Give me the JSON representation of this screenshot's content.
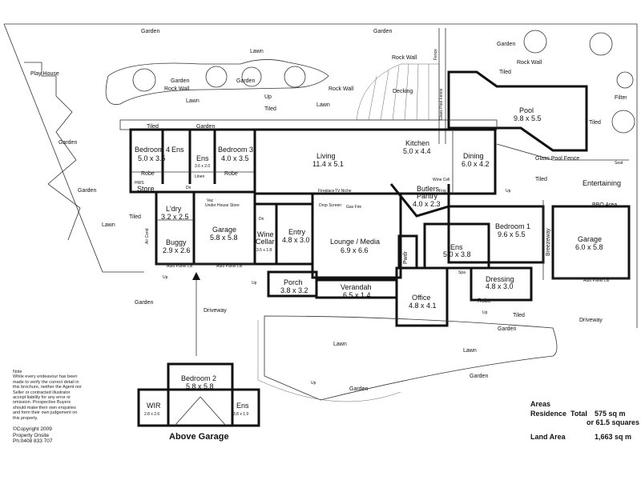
{
  "rooms": {
    "bedroom4": {
      "name": "Bedroom 4",
      "dims": "5.0 x 3.5"
    },
    "ens_a": {
      "name": "Ens"
    },
    "ens_b": {
      "name": "Ens",
      "dims": "3.6 x 2.0"
    },
    "bedroom3": {
      "name": "Bedroom 3",
      "dims": "4.0 x 3.5"
    },
    "living": {
      "name": "Living",
      "dims": "11.4 x 5.1"
    },
    "kitchen": {
      "name": "Kitchen",
      "dims": "5.0 x 4.4"
    },
    "dining": {
      "name": "Dining",
      "dims": "6.0 x 4.2"
    },
    "pool": {
      "name": "Pool",
      "dims": "9.8 x 5.5"
    },
    "ldry": {
      "name": "L'dry",
      "dims": "3.2 x 2.5"
    },
    "buggy": {
      "name": "Buggy",
      "dims": "2.9 x 2.6"
    },
    "garage_main": {
      "name": "Garage",
      "dims": "5.8 x 5.8"
    },
    "wine": {
      "name": "Wine",
      "name2": "Cellar",
      "dims": "3.5 x 1.8"
    },
    "entry": {
      "name": "Entry",
      "dims": "4.8 x 3.0"
    },
    "lounge": {
      "name": "Lounge / Media",
      "dims": "6.9 x 6.6"
    },
    "butlers": {
      "name": "Butlers",
      "name2": "Pantry",
      "dims": "4.0 x 2.3"
    },
    "bedroom1": {
      "name": "Bedroom 1",
      "dims": "9.6 x 5.5"
    },
    "ens_master": {
      "name": "Ens",
      "dims": "5.0 x 3.8"
    },
    "dressing": {
      "name": "Dressing",
      "dims": "4.8 x 3.0"
    },
    "garage_right": {
      "name": "Garage",
      "dims": "6.0 x 5.8"
    },
    "porch": {
      "name": "Porch",
      "dims": "3.8 x 3.2"
    },
    "verandah": {
      "name": "Verandah",
      "dims": "6.5 x 1.4"
    },
    "office": {
      "name": "Office",
      "dims": "4.8 x 4.1"
    },
    "store": {
      "name": "Store"
    },
    "pwdr": {
      "name": "Pwdr"
    },
    "bedroom2": {
      "name": "Bedroom 2",
      "dims": "5.8 x 5.8"
    },
    "wir": {
      "name": "WIR",
      "dims": "2.8 x 2.6"
    },
    "ens_upper": {
      "name": "Ens",
      "dims": "3.8 x 1.9"
    }
  },
  "labels": {
    "garden": "Garden",
    "lawn": "Lawn",
    "rock_wall": "Rock Wall",
    "play_house": "Play House",
    "decking": "Decking",
    "tiled": "Tiled",
    "up": "Up",
    "dn": "Dn",
    "glass_pool_fence": "Glass Pool Fence",
    "fence": "Fence",
    "filter": "Filter",
    "entertaining": "Entertaining",
    "bbq_area": "BBQ Area",
    "breezeway": "Breezeway",
    "driveway": "Driveway",
    "robe": "Robe",
    "fireplace": "Fireplace",
    "tv_niche": "TV Niche",
    "drop_screen": "Drop Screen",
    "gas_fire": "Gas Fire",
    "under_house_store": "Under House Store",
    "auto_panel_lift": "Auto Panel Lift",
    "air_cond": "Air Cond",
    "spa": "Spa",
    "frig": "Frig",
    "seat": "Seat",
    "wine_cell": "Wine Cell",
    "vac": "Vac",
    "linen": "Linen",
    "hws": "HWS",
    "above_garage": "Above Garage"
  },
  "note": {
    "heading": "Note",
    "body": "While every endeavour has been made to verify the correct detail in this brochure, neither the Agent nor Seller or contracted illustrator accept liability for any error or omission. Prospective Buyers should make their own enquiries and form their own judgement on this property."
  },
  "copyright": {
    "line1": "©Copyright 2009",
    "line2": "Property Onsite",
    "line3": "Ph:0408 833 707"
  },
  "areas": {
    "heading": "Areas",
    "residence_label": "Residence",
    "total_label": "Total",
    "total_value": "575 sq m",
    "alt_value": "or 61.5 squares",
    "land_label": "Land Area",
    "land_value": "1,663 sq m"
  }
}
